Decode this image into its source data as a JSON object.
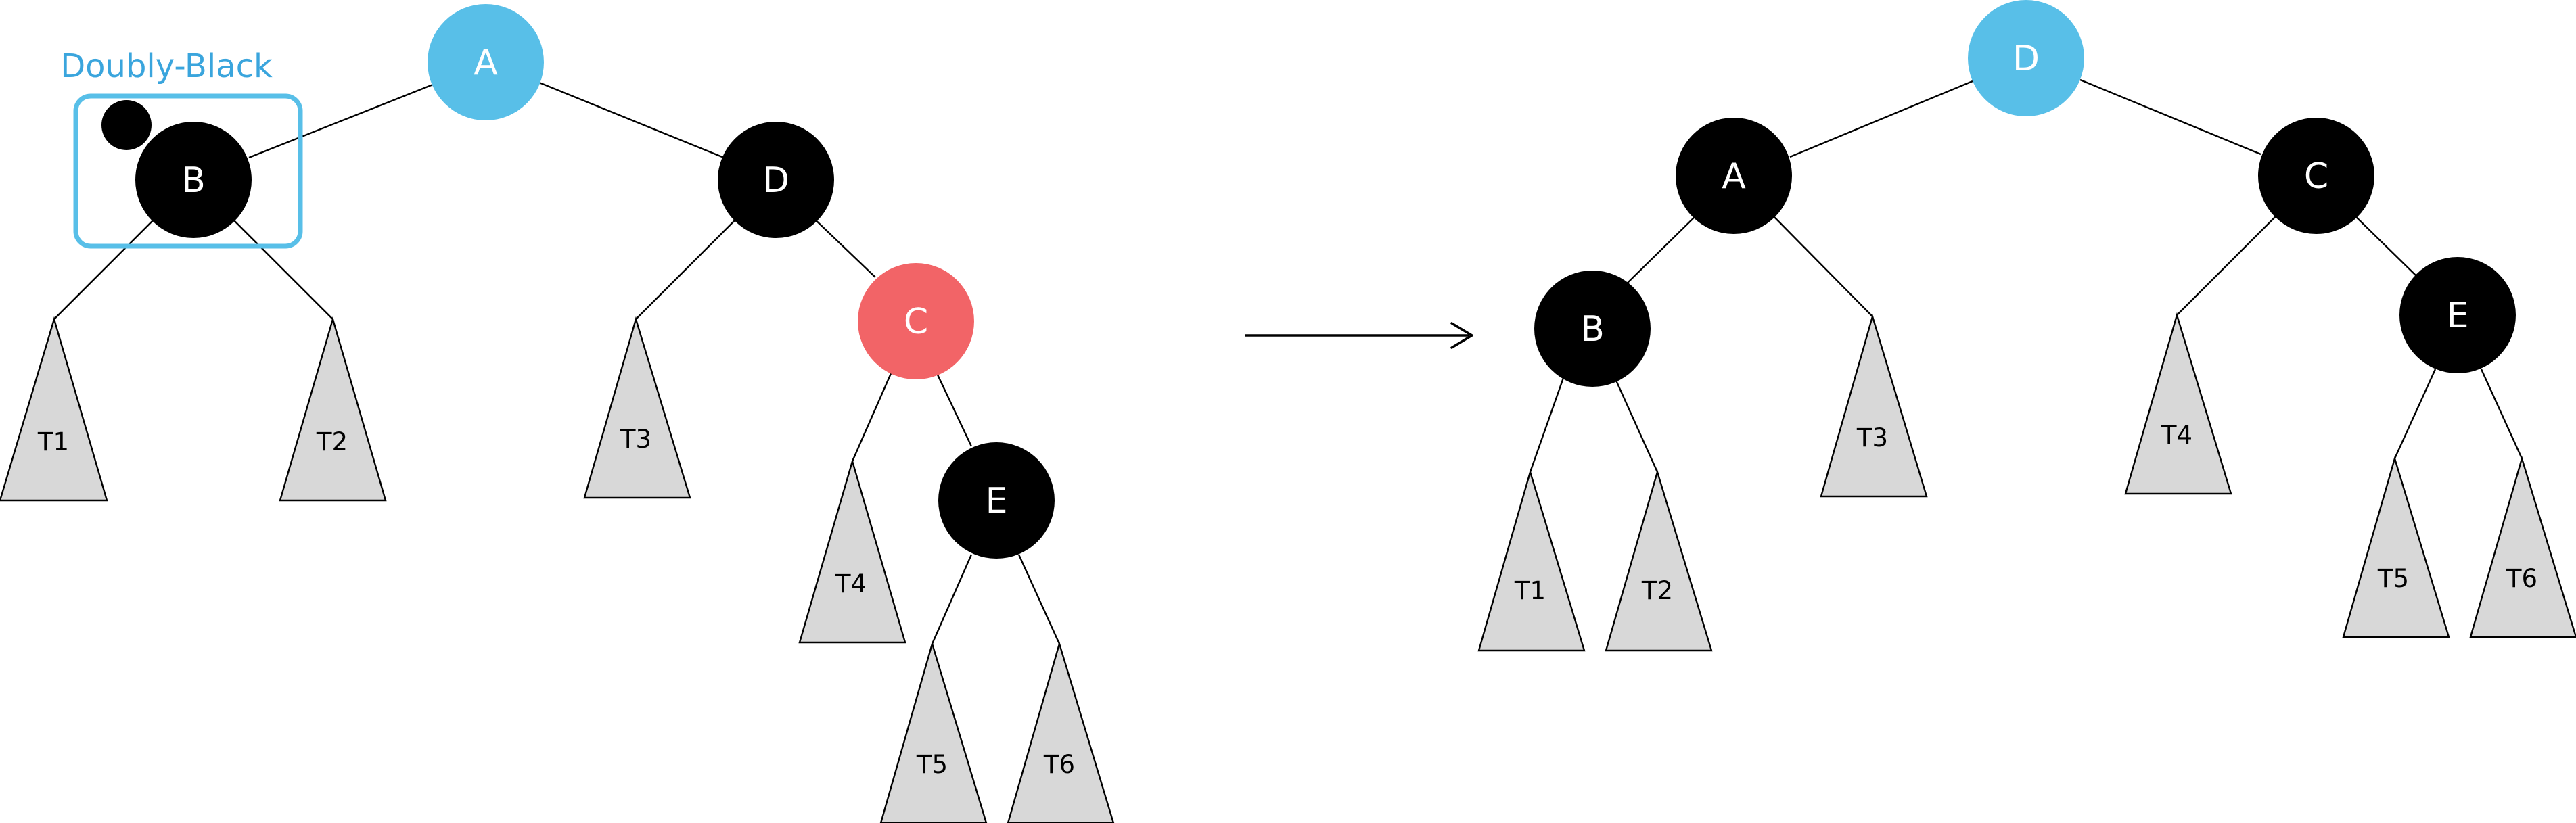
{
  "colors": {
    "black_node": "#000000",
    "blue_node": "#58bfe8",
    "red_node": "#f26467",
    "subtree_fill": "#d8d8d8",
    "highlight": "#58bfe8",
    "highlight_text": "#3aa5dd"
  },
  "annotation": {
    "label": "Doubly-Black"
  },
  "before": {
    "nodes": {
      "A": {
        "label": "A",
        "color": "blue"
      },
      "B": {
        "label": "B",
        "color": "black"
      },
      "D": {
        "label": "D",
        "color": "black"
      },
      "C": {
        "label": "C",
        "color": "red"
      },
      "E": {
        "label": "E",
        "color": "black"
      }
    },
    "subtrees": {
      "T1": "T1",
      "T2": "T2",
      "T3": "T3",
      "T4": "T4",
      "T5": "T5",
      "T6": "T6"
    }
  },
  "after": {
    "nodes": {
      "D": {
        "label": "D",
        "color": "blue"
      },
      "A": {
        "label": "A",
        "color": "black"
      },
      "C": {
        "label": "C",
        "color": "black"
      },
      "B": {
        "label": "B",
        "color": "black"
      },
      "E": {
        "label": "E",
        "color": "black"
      }
    },
    "subtrees": {
      "T1": "T1",
      "T2": "T2",
      "T3": "T3",
      "T4": "T4",
      "T5": "T5",
      "T6": "T6"
    }
  }
}
